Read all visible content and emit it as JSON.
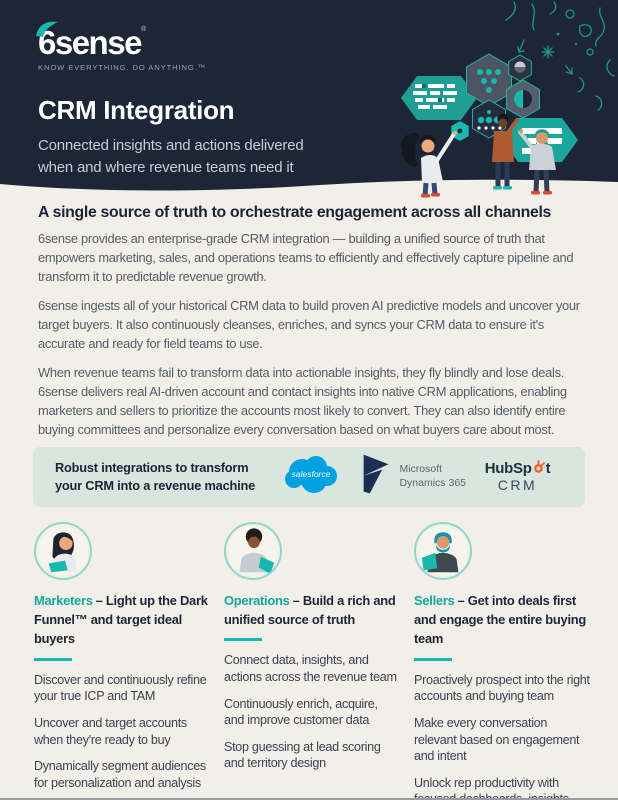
{
  "header": {
    "logo_text": "6sense",
    "logo_reg": "®",
    "tagline": "KNOW EVERYTHING. DO ANYTHING.™",
    "title": "CRM Integration",
    "subtitle": "Connected insights and actions delivered when and where revenue teams need it"
  },
  "intro": {
    "heading": "A single source of truth to orchestrate engagement across all channels",
    "paragraphs": [
      "6sense provides an enterprise-grade CRM integration — building a unified source of truth that empowers marketing, sales, and operations teams to efficiently and effectively capture pipeline and transform it to predictable revenue growth.",
      "6sense ingests all of your historical CRM data to build proven AI predictive models and uncover your target buyers. It also continuously cleanses, enriches, and syncs your CRM data to ensure it's accurate and ready for field teams to use.",
      "When revenue teams fail to transform data into actionable insights, they fly blindly and lose deals. 6sense delivers real AI-driven account and contact insights into native CRM applications, enabling marketers and sellers to prioritize the accounts most likely to convert. They can also identify entire buying committees and personalize every conversation based on what buyers care about most."
    ]
  },
  "integrations": {
    "label": "Robust integrations to transform your CRM into a revenue machine",
    "salesforce": {
      "name": "Salesforce",
      "wordmark": "salesforce"
    },
    "dynamics": {
      "name": "Microsoft Dynamics 365",
      "line1": "Microsoft",
      "line2": "Dynamics 365"
    },
    "hubspot": {
      "name": "HubSpot CRM",
      "pre": "HubSp",
      "post": "t",
      "sub": "CRM"
    }
  },
  "columns": [
    {
      "role": "Marketers",
      "heading_rest": "– Light up the Dark Funnel™ and target ideal buyers",
      "items": [
        "Discover and continuously refine your true ICP and TAM",
        "Uncover and target accounts when they're ready to buy",
        "Dynamically segment audiences for personalization and analysis"
      ]
    },
    {
      "role": "Operations",
      "heading_rest": "– Build a rich and unified source of truth",
      "items": [
        "Connect data, insights, and actions across the revenue team",
        "Continuously enrich, acquire, and improve customer data",
        "Stop guessing at lead scoring and territory design"
      ]
    },
    {
      "role": "Sellers",
      "heading_rest": "– Get into deals first and engage the entire buying team",
      "items": [
        "Proactively prospect into the right accounts and buying team",
        "Make every conversation relevant based on engagement and intent",
        "Unlock rep productivity with focused dashboards, insights, and actions"
      ]
    }
  ],
  "colors": {
    "navy": "#1d2636",
    "cream": "#f2efe8",
    "teal_accent": "#14a79e",
    "teal_bright": "#17b8ae",
    "mint_box": "#d9e6e0",
    "heading_text": "#1b2437",
    "body_text": "#535d6b",
    "salesforce_blue": "#00a1e0",
    "dynamics_navy": "#1b2f55",
    "hubspot_dark": "#213343",
    "hubspot_orange": "#ff5c35"
  }
}
